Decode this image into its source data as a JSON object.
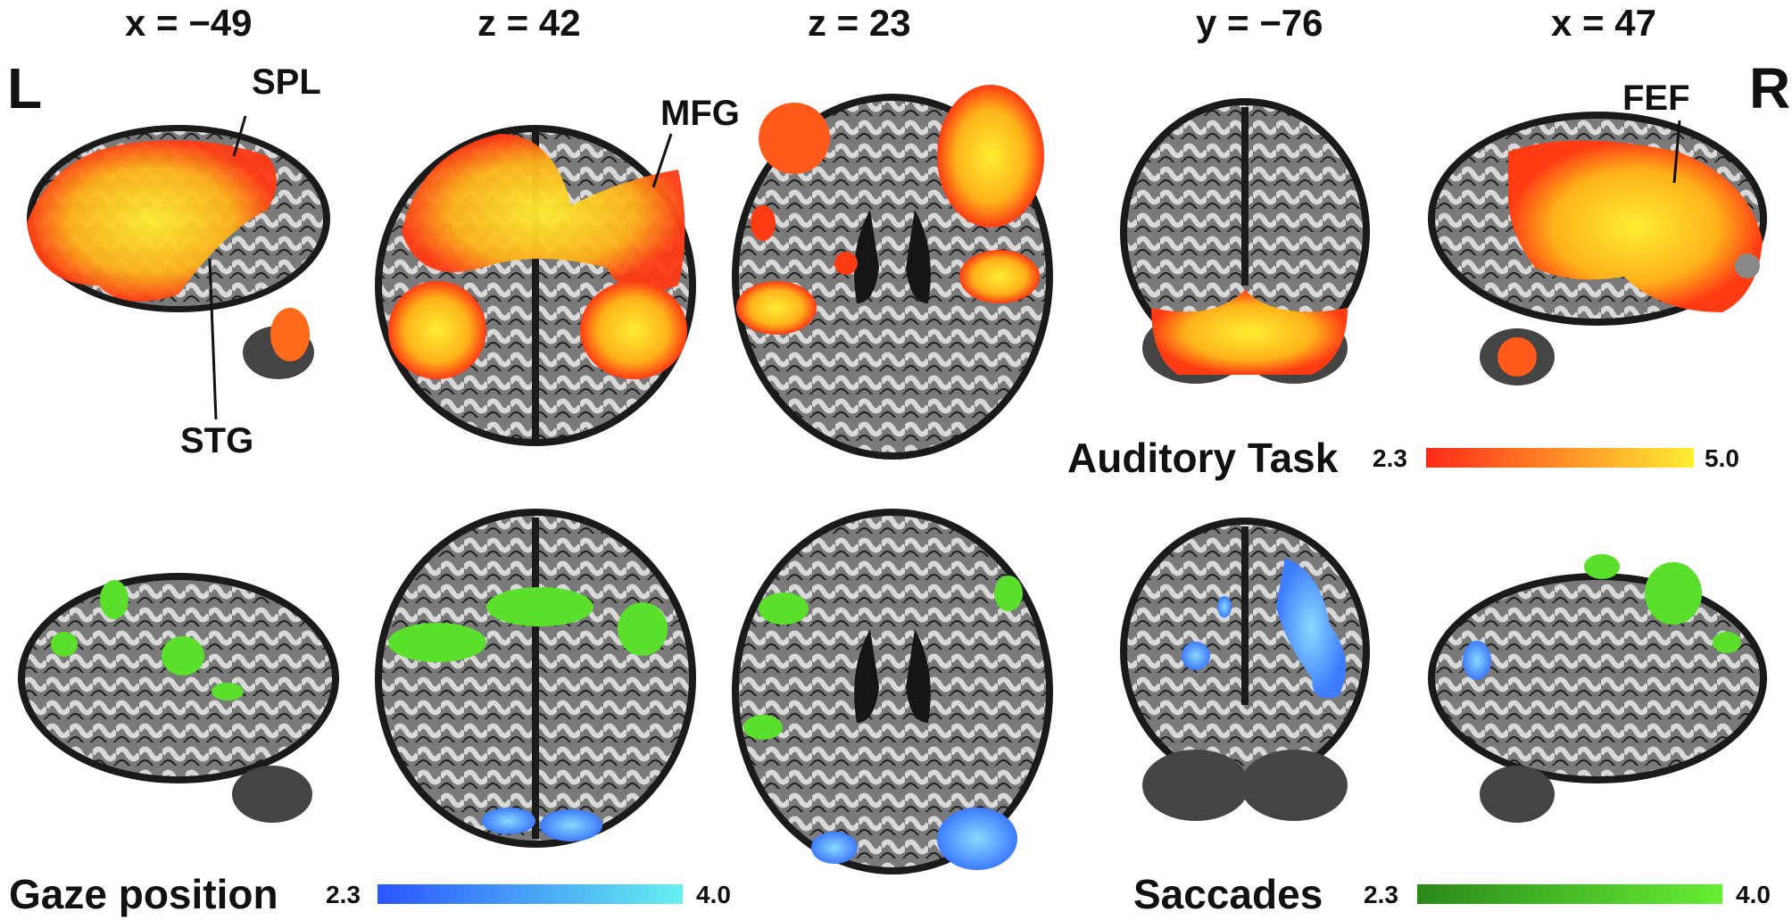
{
  "figure": {
    "column_headers": [
      "x = −49",
      "z = 42",
      "z = 23",
      "y = −76",
      "x = 47"
    ],
    "side_left": "L",
    "side_right": "R",
    "regions": {
      "spl": "SPL",
      "stg": "STG",
      "mfg": "MFG",
      "fef": "FEF"
    },
    "legends": {
      "auditory": {
        "title": "Auditory Task",
        "min": "2.3",
        "max": "5.0",
        "color_low": "#ff2a1a",
        "color_high": "#ffee33"
      },
      "gaze": {
        "title": "Gaze position",
        "min": "2.3",
        "max": "4.0",
        "color_low": "#2a55ff",
        "color_high": "#66f0f0"
      },
      "saccades": {
        "title": "Saccades",
        "min": "2.3",
        "max": "4.0",
        "color_low": "#2a8a1a",
        "color_high": "#66ee33"
      }
    }
  }
}
